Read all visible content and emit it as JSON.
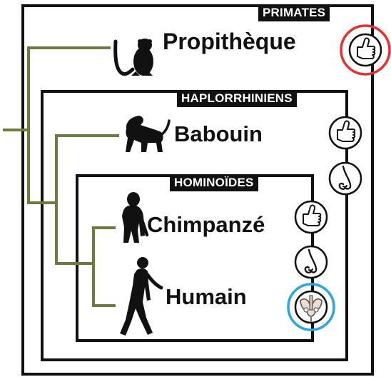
{
  "groups": {
    "primates": "PRIMATES",
    "haplorrhiniens": "HAPLORRHINIENS",
    "hominoides": "HOMINOÏDES"
  },
  "species": {
    "propitheque": "Propithèque",
    "babouin": "Babouin",
    "chimpanze": "Chimpanzé",
    "humain": "Humain"
  },
  "colors": {
    "tree": "#6b7d3c",
    "frame": "#111111",
    "highlight_red": "#e8302f",
    "highlight_blue": "#2ba6e3"
  },
  "icons": {
    "thumb": "opposable-thumb-icon",
    "nose": "nose-icon",
    "pelvis": "pelvis-icon"
  }
}
